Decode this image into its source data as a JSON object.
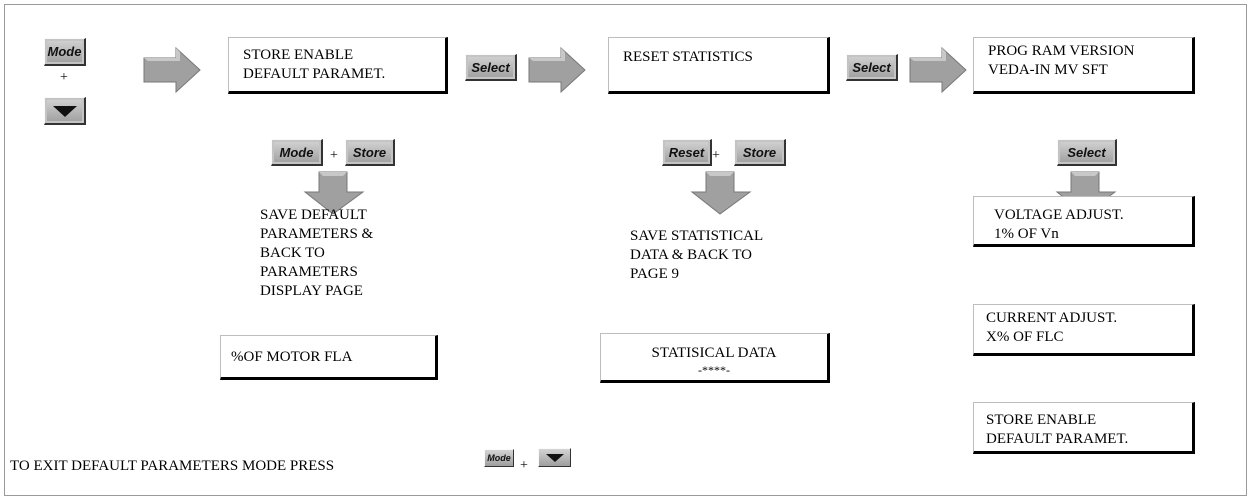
{
  "left_keys": {
    "mode_label": "Mode",
    "plus": "+",
    "down_icon": "down-triangle-icon"
  },
  "steps": [
    {
      "display": [
        "STORE    ENABLE",
        "DEFAULT PARAMET."
      ],
      "combo": {
        "key1": "Mode",
        "plus": "+",
        "key2": "Store"
      },
      "result": [
        "SAVE DEFAULT",
        "PARAMETERS &",
        "BACK TO",
        "PARAMETERS",
        "DISPLAY PAGE"
      ],
      "final_display": [
        "%OF MOTOR FLA"
      ]
    },
    {
      "select_label": "Select",
      "display": [
        "RESET STATISTICS"
      ],
      "combo": {
        "key1": "Reset",
        "plus": "+",
        "key2": "Store"
      },
      "result": [
        "SAVE STATISTICAL",
        "DATA & BACK TO",
        "PAGE    9"
      ],
      "final_display": [
        "STATISICAL DATA",
        "-****-"
      ]
    },
    {
      "select_label": "Select",
      "display": [
        "PROG RAM VERSION",
        "VEDA-IN MV SFT"
      ],
      "combo": {
        "key1": "Select"
      },
      "displays": [
        [
          "VOLTAGE ADJUST.",
          "1% OF Vn"
        ],
        [
          "CURRENT ADJUST.",
          "X% OF FLC"
        ],
        [
          "STORE    ENABLE",
          "DEFAULT PARAMET."
        ]
      ]
    }
  ],
  "footer": {
    "text": "TO EXIT DEFAULT PARAMETERS MODE PRESS",
    "key": "Mode",
    "plus": "+"
  },
  "colors": {
    "arrow": "#9b9b9b",
    "arrow_dark": "#6f6f6f",
    "key": "#b8b8b8"
  }
}
